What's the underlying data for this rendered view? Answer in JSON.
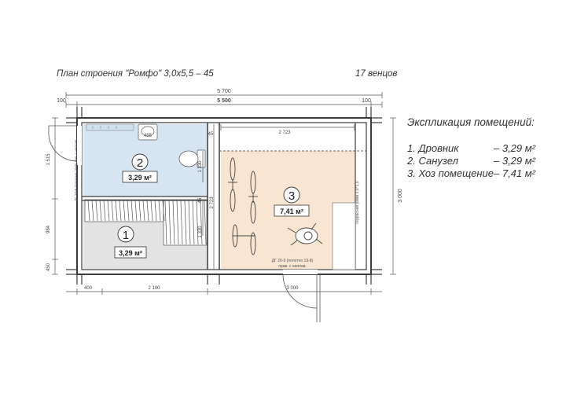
{
  "title": "План строения \"Ромфо\" 3,0x5,5 – 45",
  "crowns": "17 венцов",
  "dims": {
    "overall": "5 700",
    "inner": "5 500",
    "left_margin": "100",
    "right_margin": "100",
    "depth": "3 000",
    "left_1": "1 515",
    "left_2": "984",
    "left_3": "450",
    "bottom_1": "400",
    "bottom_2": "2 100",
    "bottom_3": "3 000",
    "room2_wc": "455",
    "room2_side": "45",
    "room2_h": "1 330",
    "mid_45": "45",
    "room1_h": "1 330",
    "corridor": "2 723",
    "room3_top": "2 723"
  },
  "rooms": [
    {
      "num": "1",
      "area": "3,29 м²"
    },
    {
      "num": "2",
      "area": "3,29 м²"
    },
    {
      "num": "3",
      "area": "7,41 м²"
    }
  ],
  "door_notes": {
    "left": "ДГ 20-9 (полотно 19-8) лев. с наплав.",
    "bottom": "ДГ 20-9 (полотно 19-8)",
    "bottom2": "прав. с наплав."
  },
  "window_note": "Террасная рама 0,6*1,0",
  "legend": {
    "title": "Экспликация помещений:",
    "items": [
      {
        "label": "1. Дровник",
        "value": "– 3,29 м²"
      },
      {
        "label": "2. Санузел",
        "value": "– 3,29 м²"
      },
      {
        "label": "3. Хоз помещение",
        "value": "– 7,41 м²"
      }
    ]
  }
}
